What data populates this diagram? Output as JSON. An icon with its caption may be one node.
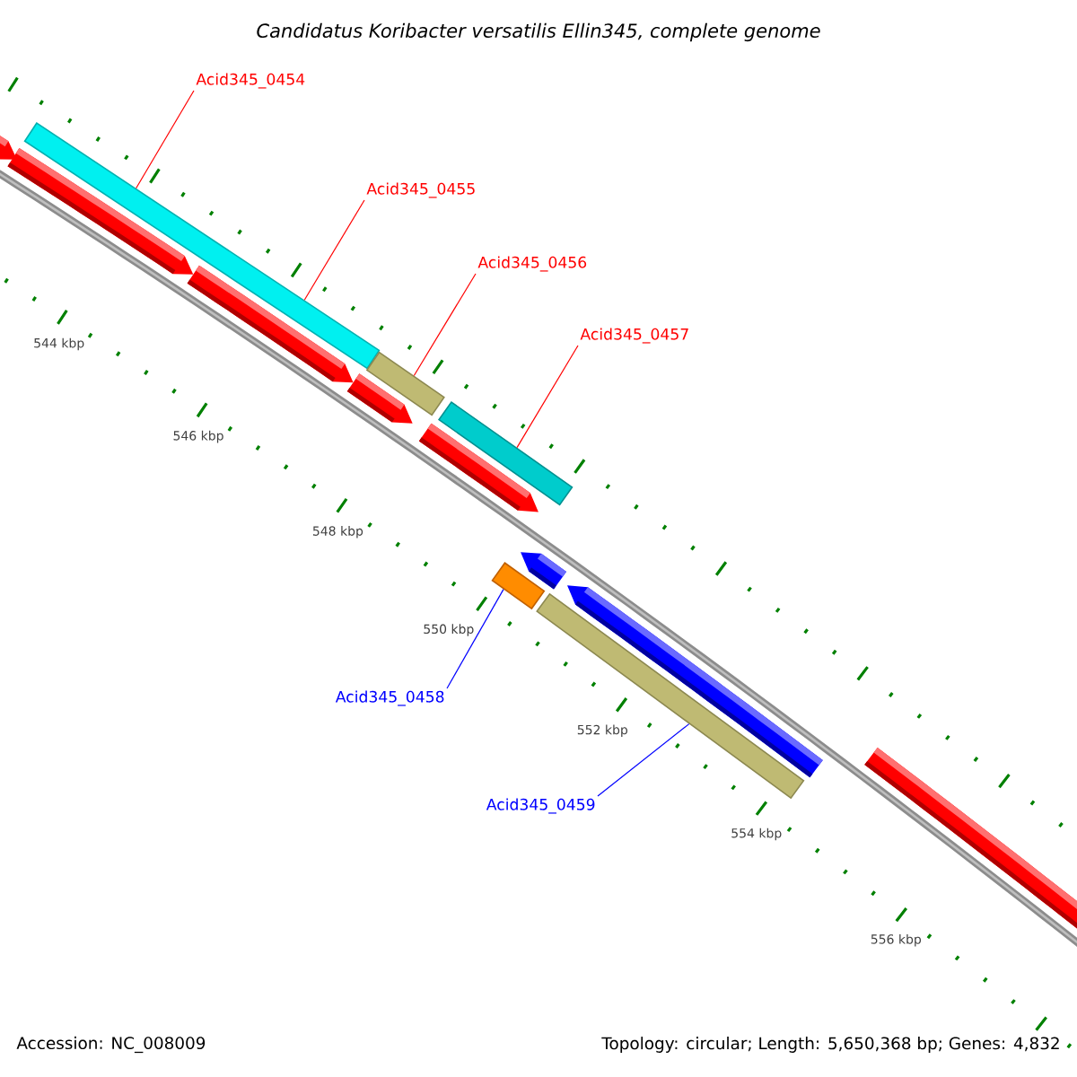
{
  "diagram": {
    "title": "Candidatus Koribacter versatilis Ellin345, complete genome",
    "nodes": [
      {
        "text": [
          "Acid345_0454"
        ]
      },
      {
        "text": [
          "Acid345_0455"
        ]
      },
      {
        "text": [
          "Acid345_0456"
        ]
      },
      {
        "text": [
          "Acid345_0457"
        ]
      },
      {
        "text": [
          "Acid345_0458"
        ]
      },
      {
        "text": [
          "Acid345_0459"
        ]
      },
      {
        "text": [],
        "shape": "bar"
      },
      {
        "text": [],
        "shape": "bar"
      },
      {
        "text": [],
        "shape": "bar"
      },
      {
        "text": [],
        "shape": "bar"
      },
      {
        "text": [],
        "shape": "bar"
      }
    ],
    "edges": [
      {
        "from": 0,
        "to": 6,
        "arrow": "none"
      },
      {
        "from": 1,
        "to": 6,
        "arrow": "none"
      },
      {
        "from": 2,
        "to": 7,
        "arrow": "none"
      },
      {
        "from": 3,
        "to": 8,
        "arrow": "none"
      },
      {
        "from": 4,
        "to": 9,
        "arrow": "none",
        "color": "#0000ff"
      },
      {
        "from": 5,
        "to": 10,
        "arrow": "none",
        "color": "#0000ff"
      }
    ],
    "labels": [
      "544 kbp",
      "546 kbp",
      "548 kbp",
      "550 kbp",
      "552 kbp",
      "554 kbp",
      "556 kbp",
      "Accession: NC_008009",
      "Topology: circular; Length: 5,650,368 bp; Genes: 4,832"
    ]
  }
}
